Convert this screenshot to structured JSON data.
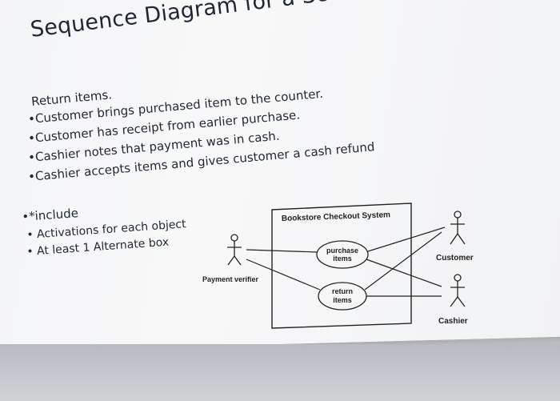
{
  "slide": {
    "title": "Sequence Diagram for a Scenario",
    "scenario_heading": "Return items.",
    "scenario_lines": [
      "•Customer brings purchased item to the counter.",
      "•Customer has receipt from earlier purchase.",
      "•Cashier notes that payment was in cash.",
      "•Cashier accepts items and gives customer a cash refund"
    ],
    "requirements_heading": "•*include",
    "requirements": [
      "•  Activations for each object",
      "•  At least 1 Alternate box"
    ]
  },
  "diagram": {
    "system_name": "Bookstore Checkout System",
    "use_cases": [
      "purchase items",
      "return items"
    ],
    "use_case_lines": [
      [
        "purchase",
        "items"
      ],
      [
        "return",
        "items"
      ]
    ],
    "actors": [
      "Payment verifier",
      "Customer",
      "Cashier"
    ]
  },
  "colors": {
    "slide_bg": "#f5f6f7",
    "text": "#1e2733",
    "diagram_line": "#222222"
  }
}
